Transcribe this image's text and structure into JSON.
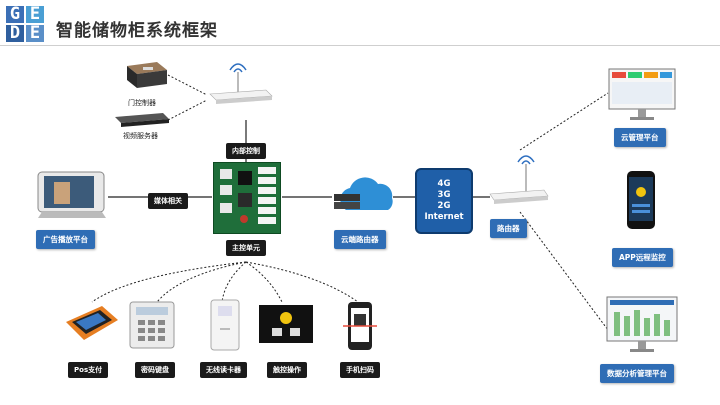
{
  "logo": {
    "letters": [
      "G",
      "E",
      "D",
      "E"
    ],
    "colors": [
      "#3b6fb6",
      "#4a9fd4",
      "#2f5f9e",
      "#5a8fc8"
    ]
  },
  "title": "智能储物柜系统框架",
  "nodes": {
    "door_controller": "门控制器",
    "video_server": "视频服务器",
    "internal_control": "内部控制",
    "media_related": "媒体相关",
    "ad_platform": "广告播放平台",
    "main_unit": "主控单元",
    "cloud_router": "云端路由器",
    "network_lines": [
      "4G",
      "3G",
      "2G",
      "Internet"
    ],
    "router": "路由器",
    "cloud_platform": "云管理平台",
    "app_monitor": "APP远程监控",
    "data_platform": "数据分析管理平台",
    "pos_pay": "Pos支付",
    "keypad": "密码键盘",
    "card_reader": "无线读卡器",
    "touch_op": "触控操作",
    "phone_scan": "手机扫码"
  },
  "colors": {
    "accent": "#2f6db5",
    "dark_tag": "#1a1a1a",
    "net_box": "#1f5fa8",
    "cloud": "#2e8fd6"
  }
}
